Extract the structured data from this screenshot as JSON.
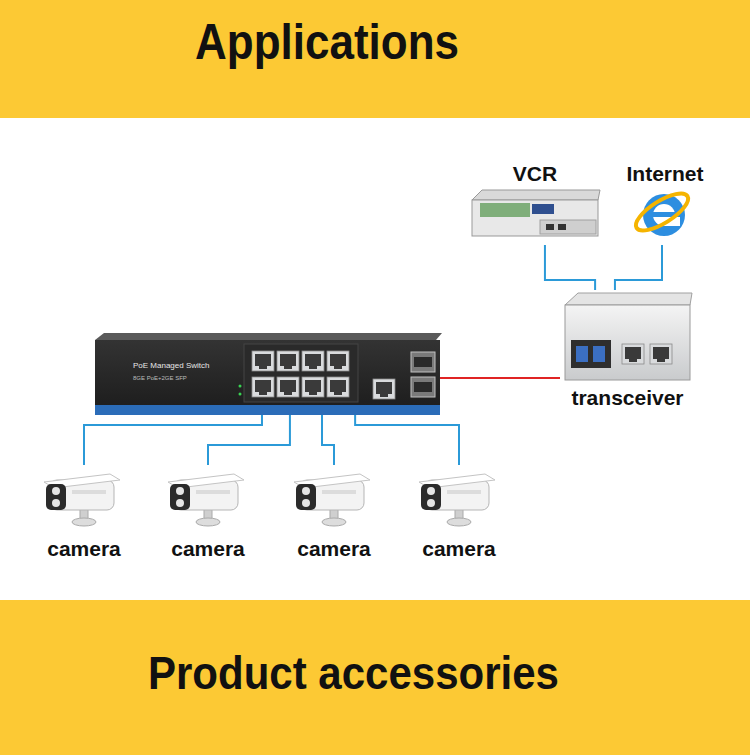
{
  "diagram": {
    "title": "Applications",
    "nodes": [
      {
        "text": [
          "VCR"
        ]
      },
      {
        "text": [
          "Internet"
        ]
      },
      {
        "text": [
          "transceiver"
        ]
      },
      {
        "text": [
          "PoE Managed Switch",
          "8GE PoE+2GE SFP"
        ]
      },
      {
        "text": [
          "camera"
        ]
      },
      {
        "text": [
          "camera"
        ]
      },
      {
        "text": [
          "camera"
        ]
      },
      {
        "text": [
          "camera"
        ]
      }
    ],
    "edges": [
      {
        "from": 3,
        "to": 4,
        "arrow": "none"
      },
      {
        "from": 3,
        "to": 5,
        "arrow": "none"
      },
      {
        "from": 3,
        "to": 6,
        "arrow": "none"
      },
      {
        "from": 3,
        "to": 7,
        "arrow": "none"
      },
      {
        "from": 3,
        "to": 2,
        "arrow": "none"
      },
      {
        "from": 2,
        "to": 0,
        "arrow": "none"
      },
      {
        "from": 2,
        "to": 1,
        "arrow": "none"
      }
    ],
    "labels": [
      "Product accessories"
    ]
  }
}
